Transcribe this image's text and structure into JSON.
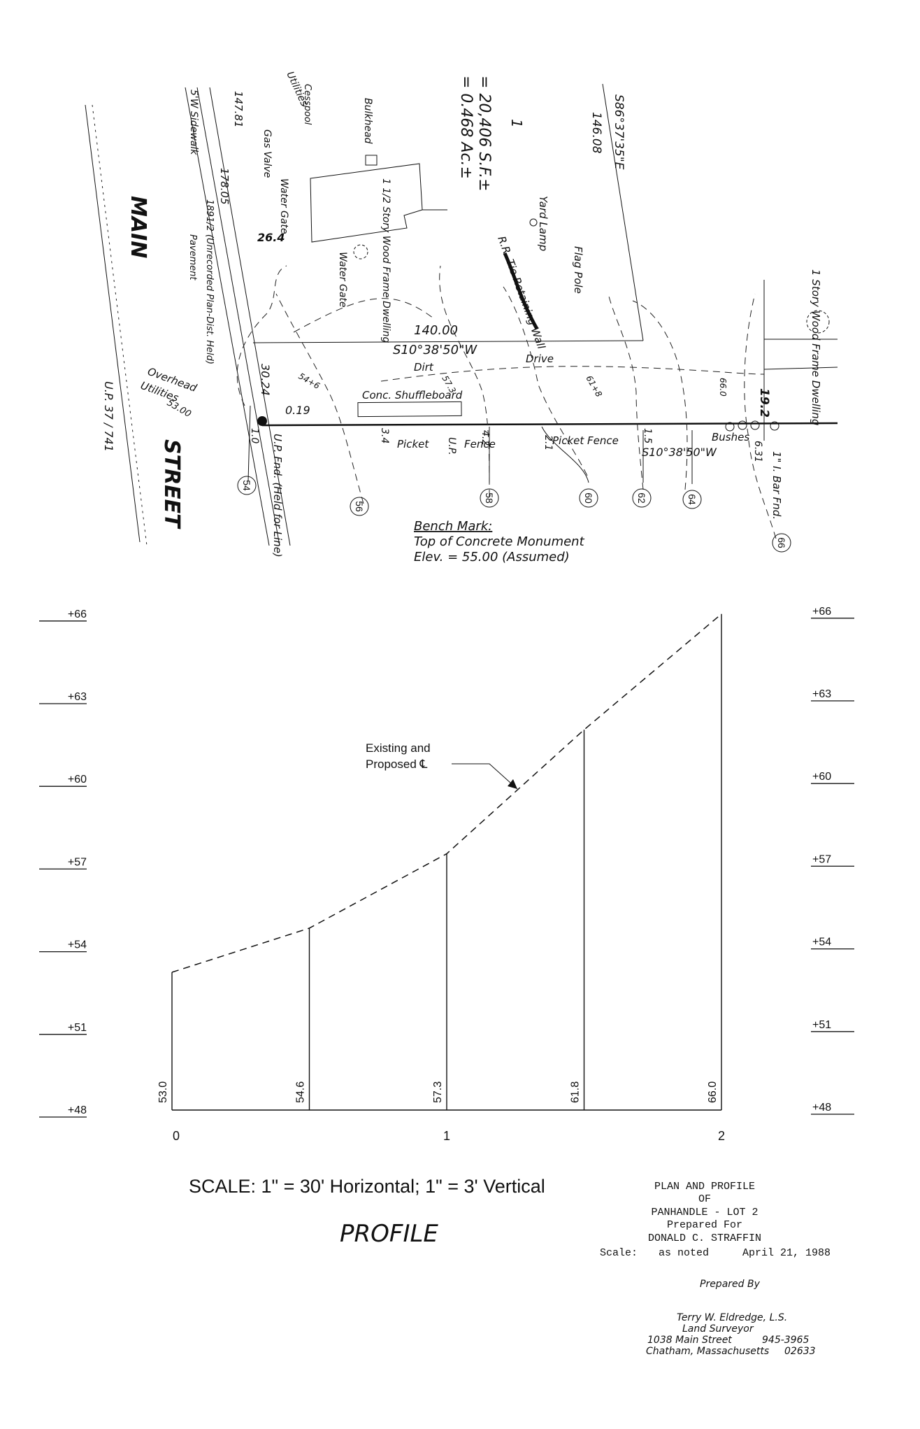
{
  "plan": {
    "street_upper": "MAIN",
    "street_lower": "STREET",
    "area_sf": "= 20,406 S.F.±",
    "area_ac": "= 0.468 Ac.±",
    "lot_number": "1",
    "bearing_north": "S86°37'35\"E",
    "north_length": "146.08",
    "bearing_middle": "S10°38'50\"W",
    "middle_length": "140.00",
    "bearing_south": "S10°38'50\"W",
    "frontage_1": "147.81",
    "frontage_2": "178.05",
    "frontage_3": "30.24",
    "offset_house": "26.4",
    "offset_east": "19.2",
    "offset_small": "0.19",
    "label_utilities": "Utilities",
    "label_cesspool": "Cesspool",
    "label_bulkhead": "Bulkhead",
    "label_gas_valve": "Gas Valve",
    "label_water_gate_1": "Water Gate",
    "label_water_gate_2": "Water Gate",
    "label_dwelling_1": "1 1/2 Story Wood Frame Dwelling",
    "label_dwelling_2": "1 Story Wood Frame Dwelling",
    "label_sidewalk": "5'W Sidewalk",
    "label_sideline": "1891/2 (Unrecorded Plan-Dist. Held)",
    "label_pavement": "Pavement",
    "label_yard_lamp": "Yard Lamp",
    "label_flag_pole": "Flag Pole",
    "label_retaining_wall": "R.R. Tie Retaining Wall",
    "label_dirt": "Dirt",
    "label_drive": "Drive",
    "label_shuffleboard": "Conc. Shuffleboard",
    "label_overhead_1": "Overhead",
    "label_overhead_2": "Utilities",
    "label_picket_fence_1": "Picket",
    "label_picket_fence_1b": "Fence",
    "label_picket_fence_2": "Picket Fence",
    "label_up": "U.P.",
    "label_up_fnd": "U.P. Fnd. (Held for Line)",
    "label_bushes": "Bushes",
    "label_bar_fnd": "1\" I. Bar Fnd.",
    "label_up_ref": "U.P. 37 / 741",
    "spot_53": "53.00",
    "spot_54": "54+6",
    "spot_57": "57.3",
    "spot_61": "61+8",
    "spot_66": "66.0",
    "small_3_4": "3.4",
    "small_4_2": "4.2",
    "small_2_1": "2.1",
    "small_1_5": "1.5",
    "small_6_31": "6.31",
    "small_1_0": "1.0",
    "contours": [
      "54",
      "56",
      "58",
      "60",
      "62",
      "64",
      "66"
    ],
    "bench_mark_title": "Bench Mark:",
    "bench_mark_line1": "Top of Concrete Monument",
    "bench_mark_line2": "Elev. = 55.00 (Assumed)"
  },
  "profile": {
    "left_axis": [
      "+66",
      "+63",
      "+60",
      "+57",
      "+54",
      "+51",
      "+48"
    ],
    "right_axis": [
      "+66",
      "+63",
      "+60",
      "+57",
      "+54",
      "+51",
      "+48"
    ],
    "stations": [
      "0",
      "1",
      "2"
    ],
    "elevations": [
      {
        "station": 0.0,
        "elev": 53.0,
        "label": "53.0"
      },
      {
        "station": 0.5,
        "elev": 54.6,
        "label": "54.6"
      },
      {
        "station": 1.0,
        "elev": 57.3,
        "label": "57.3"
      },
      {
        "station": 1.5,
        "elev": 61.8,
        "label": "61.8"
      },
      {
        "station": 2.0,
        "elev": 66.0,
        "label": "66.0"
      }
    ],
    "callout_line1": "Existing and",
    "callout_line2": "Proposed ℄",
    "scale_note": "SCALE: 1\" = 30' Horizontal;   1\" = 3'  Vertical",
    "title": "PROFILE"
  },
  "title_block": {
    "line1": "PLAN AND PROFILE",
    "line2": "OF",
    "line3": "PANHANDLE - LOT 2",
    "line4": "Prepared For",
    "line5": "DONALD C. STRAFFIN",
    "scale_label": "Scale:",
    "scale_value": "as noted",
    "date": "April 21, 1988",
    "prepared_by": "Prepared By",
    "surveyor_name": "Terry W. Eldredge, L.S.",
    "surveyor_title": "Land Surveyor",
    "address": "1038 Main Street",
    "phone": "945-3965",
    "city": "Chatham, Massachusetts",
    "zip": "02633"
  }
}
